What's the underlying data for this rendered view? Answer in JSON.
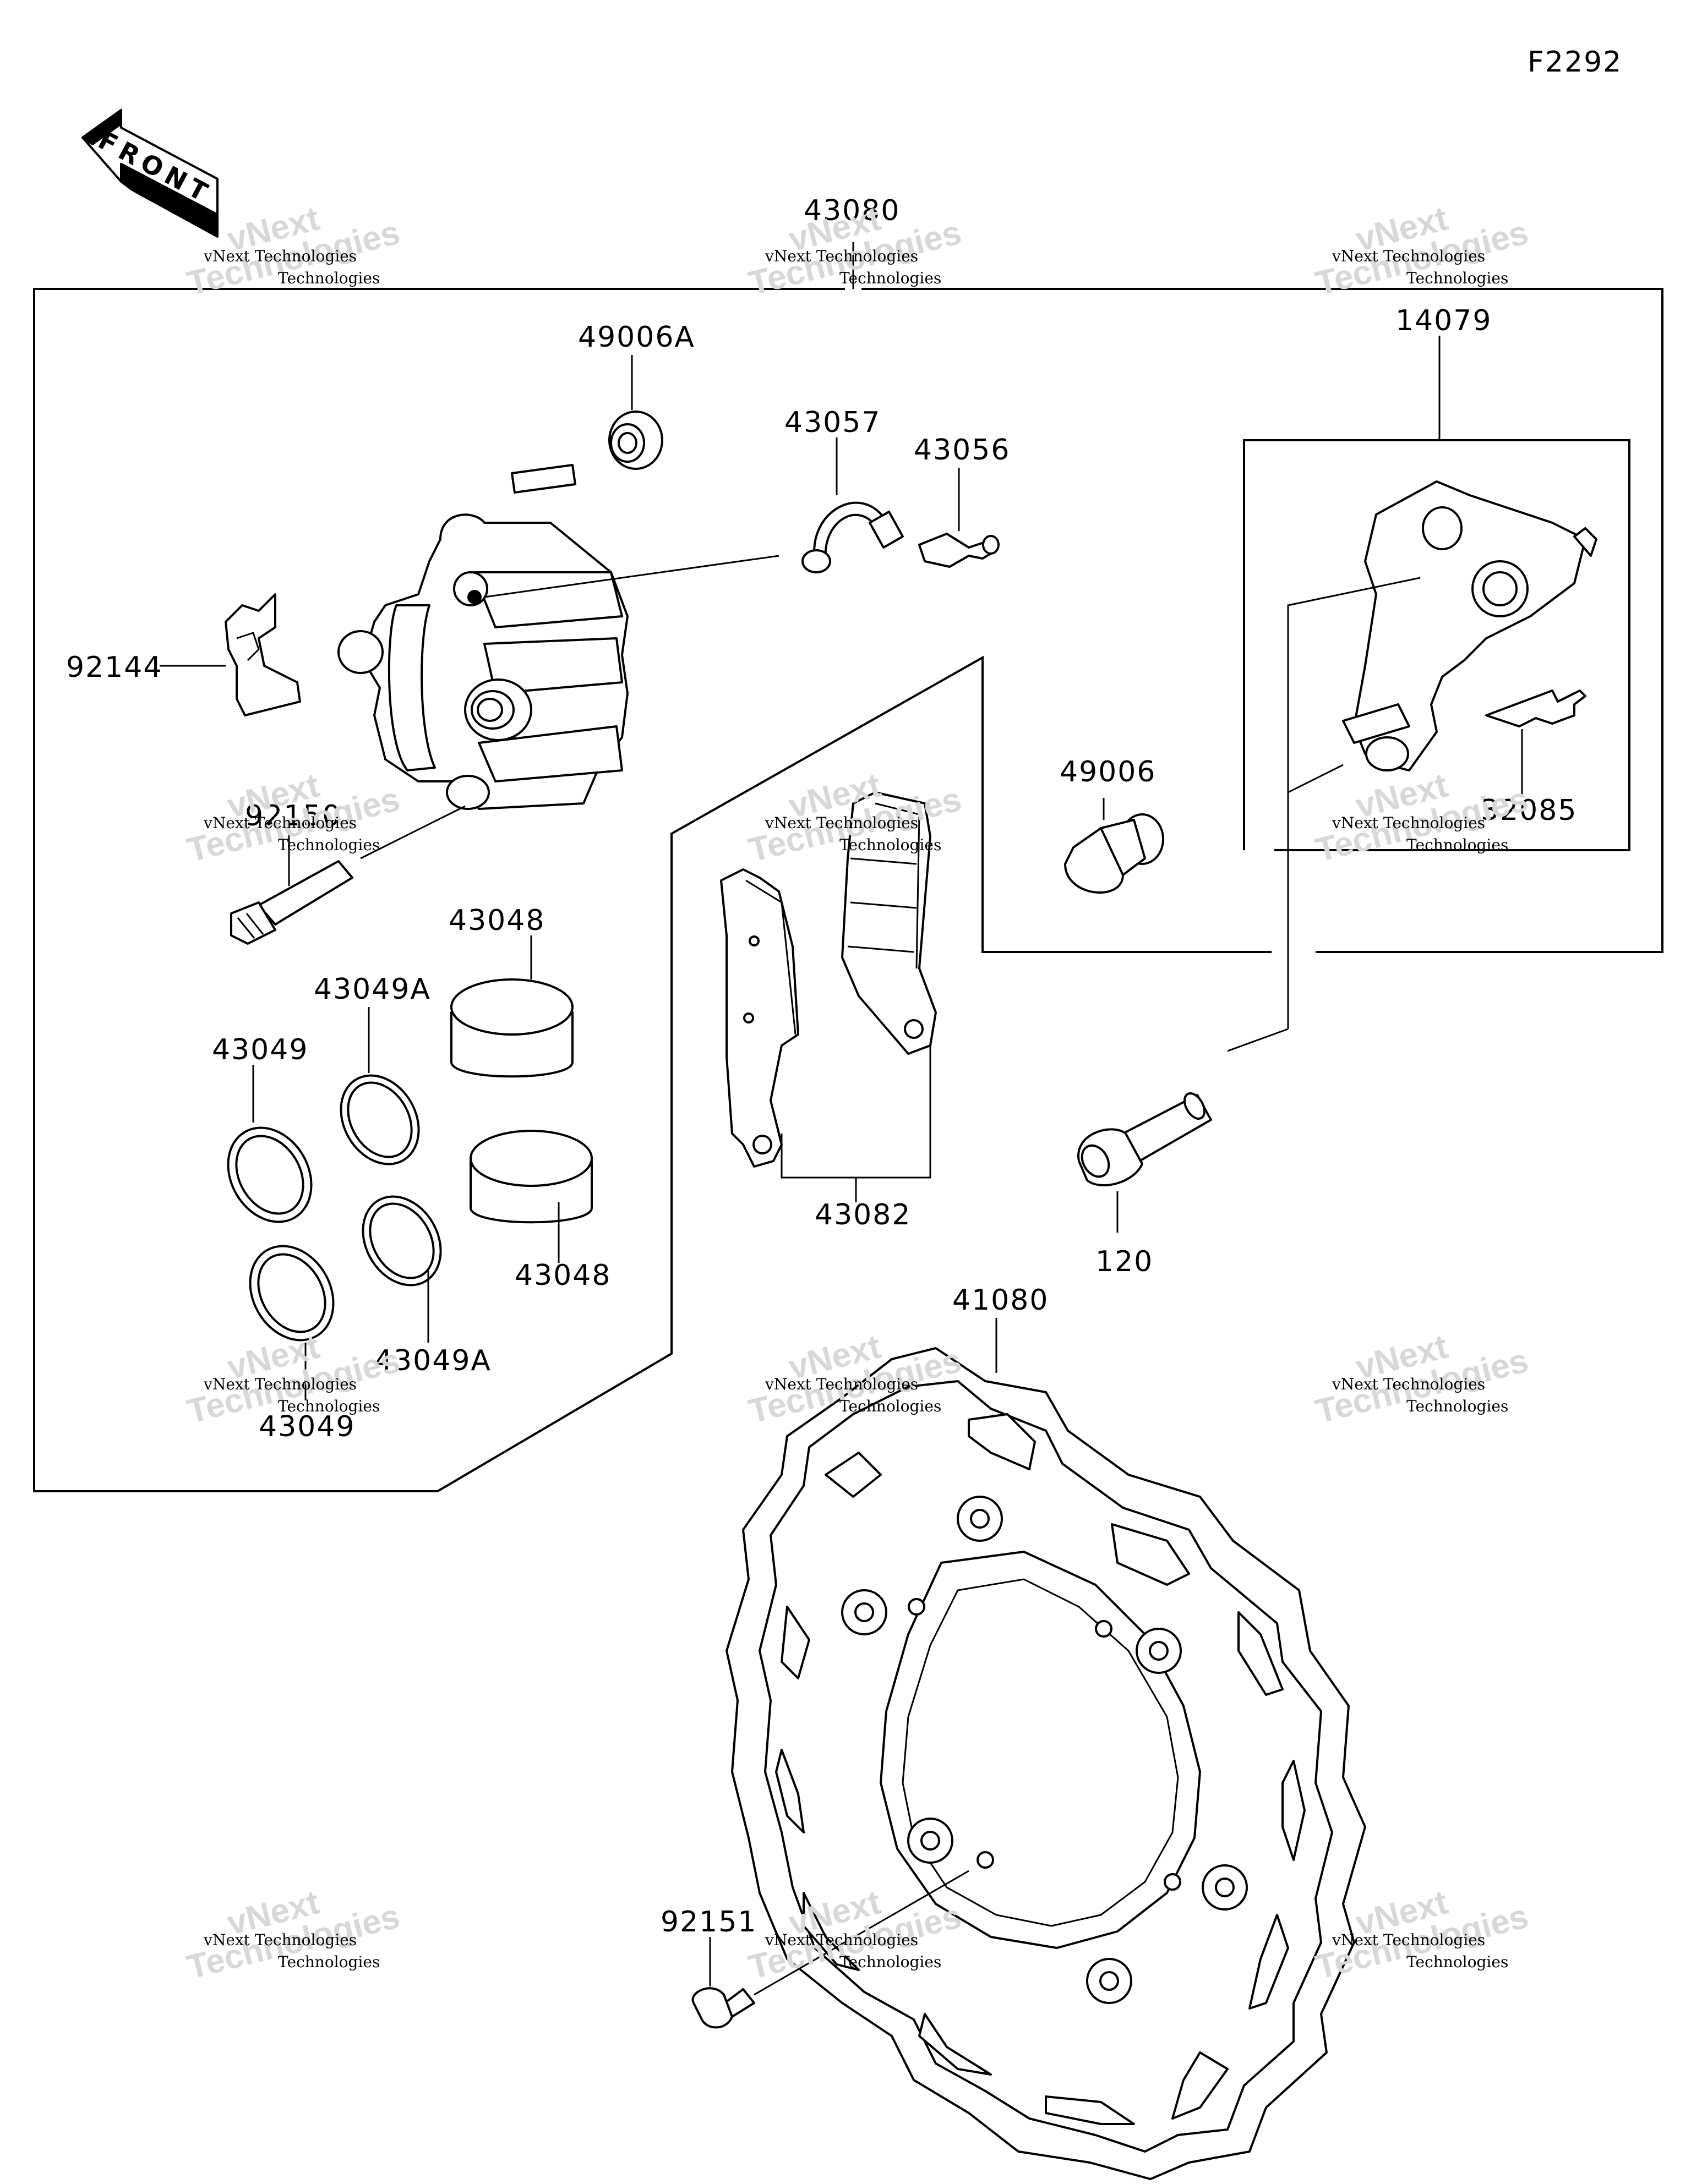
{
  "figure_code": "F2292",
  "front_arrow": {
    "text": "FRONT",
    "icon": "front-direction-arrow-icon"
  },
  "watermark": {
    "line1": "vNext Technologies",
    "line2": "vNext",
    "line3": "Technologies"
  },
  "parts": {
    "p43080": "43080",
    "p49006A": "49006A",
    "p43057": "43057",
    "p43056": "43056",
    "p14079": "14079",
    "p92144": "92144",
    "p92150": "92150",
    "p49006": "49006",
    "p32085": "32085",
    "p43048_top": "43048",
    "p43049A_top": "43049A",
    "p43049_top": "43049",
    "p43048_bottom": "43048",
    "p43049A_bottom": "43049A",
    "p43049_bottom": "43049",
    "p43082": "43082",
    "p120": "120",
    "p41080": "41080",
    "p92151": "92151"
  }
}
